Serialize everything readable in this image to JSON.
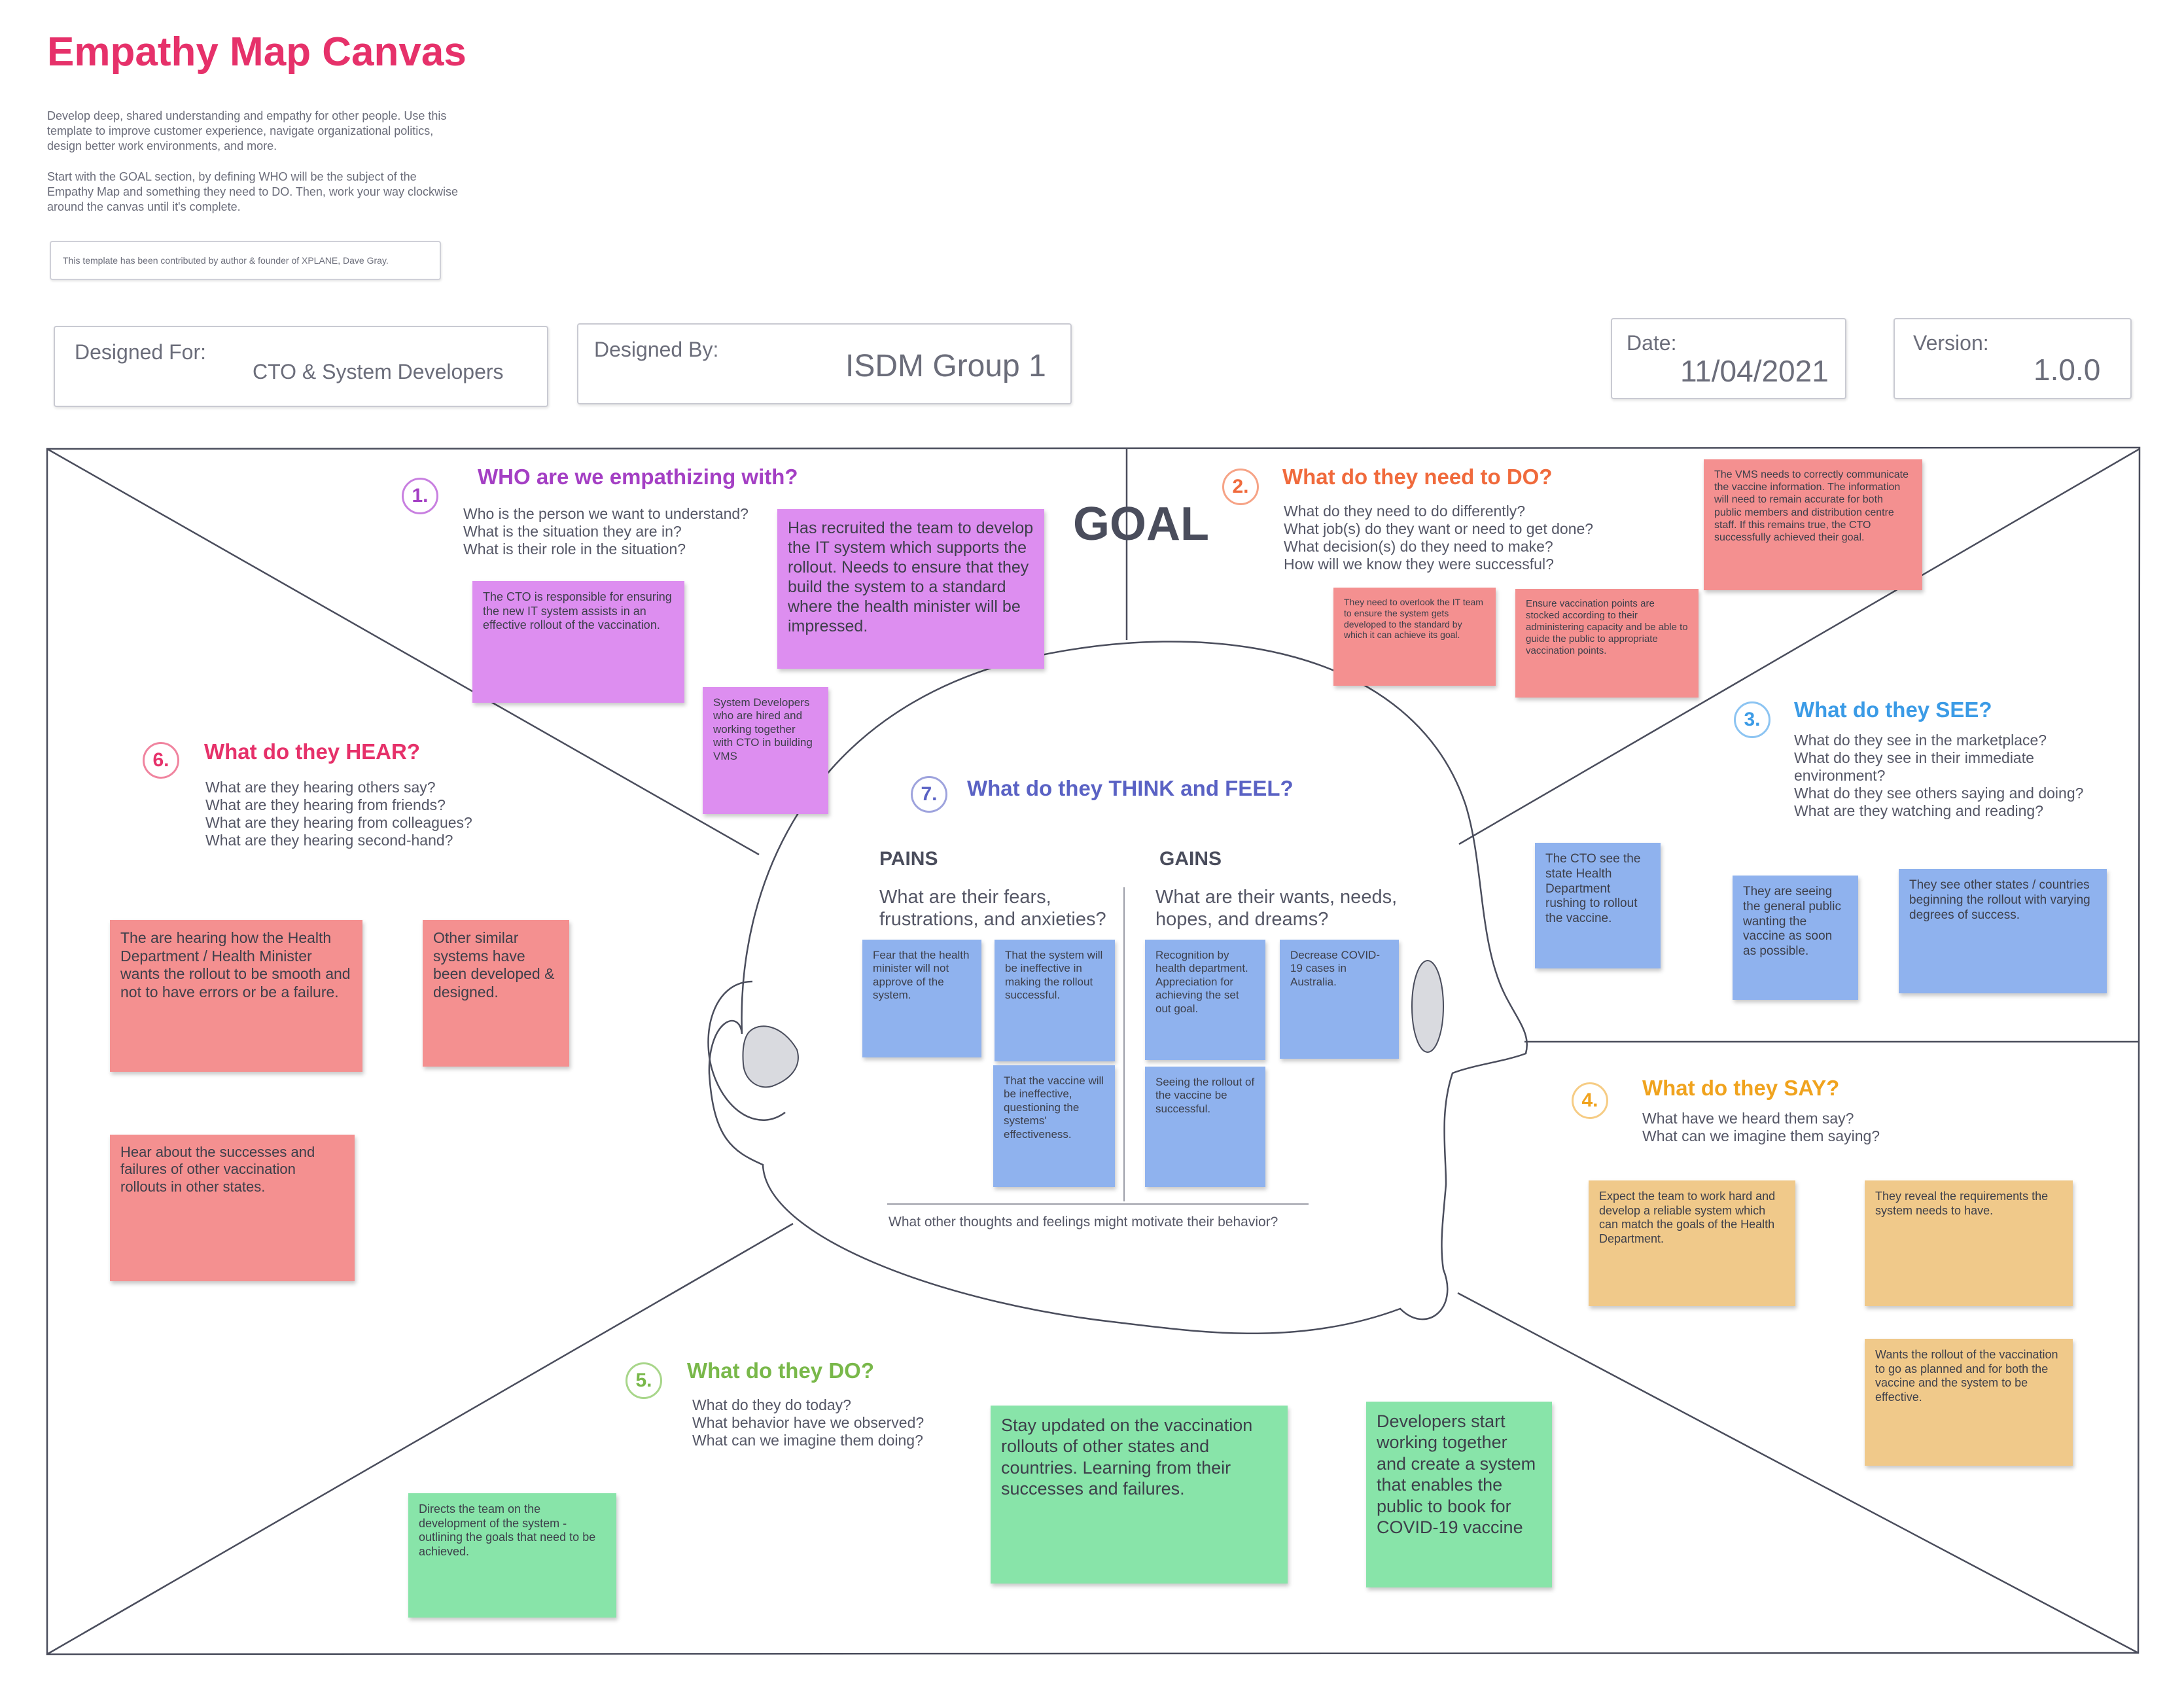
{
  "header": {
    "title": "Empathy Map Canvas",
    "intro_p1": "Develop deep, shared understanding and empathy for other people. Use this template to improve customer experience, navigate organizational politics, design better work environments, and more.",
    "intro_p2": "Start with the GOAL section, by defining WHO will be the subject of the Empathy Map and something they need to DO. Then, work your way clockwise around the canvas until it's complete.",
    "credit": "This template has been contributed by author & founder of XPLANE, Dave Gray."
  },
  "fields": {
    "designed_for": {
      "label": "Designed For:",
      "value": "CTO & System Developers"
    },
    "designed_by": {
      "label": "Designed By:",
      "value": "ISDM Group 1"
    },
    "date": {
      "label": "Date:",
      "value": "11/04/2021"
    },
    "version": {
      "label": "Version:",
      "value": "1.0.0"
    }
  },
  "goal_label": "GOAL",
  "sections": {
    "who": {
      "num": "1.",
      "title": "WHO are we empathizing with?",
      "questions": "Who is the person we want to understand?\nWhat is the situation they are in?\nWhat is their role in the situation?",
      "color": "#a43fc4"
    },
    "do_need": {
      "num": "2.",
      "title": "What do they need to DO?",
      "questions": "What do they need to do differently?\nWhat job(s) do they want or need to get done?\nWhat decision(s) do they need to make?\nHow will we know they were successful?",
      "color": "#f06a3c"
    },
    "see": {
      "num": "3.",
      "title": "What do they SEE?",
      "questions": "What do they see in the marketplace?\nWhat do they see in their immediate environment?\nWhat do they see others saying and doing?\nWhat are they watching and reading?",
      "color": "#3b9be6"
    },
    "say": {
      "num": "4.",
      "title": "What do they SAY?",
      "questions": "What have we heard them say?\nWhat can we imagine them saying?",
      "color": "#f0a31e"
    },
    "do": {
      "num": "5.",
      "title": "What do they DO?",
      "questions": "What do they do today?\nWhat behavior have we observed?\nWhat can we imagine them doing?",
      "color": "#79b84a"
    },
    "hear": {
      "num": "6.",
      "title": "What do they HEAR?",
      "questions": "What are they hearing others say?\nWhat are they hearing from friends?\nWhat are they hearing from colleagues?\nWhat are they hearing second-hand?",
      "color": "#e6316a"
    },
    "think": {
      "num": "7.",
      "title": "What do they THINK and FEEL?",
      "color": "#5a62c4"
    }
  },
  "pains": {
    "heading": "PAINS",
    "question": "What are their fears, frustrations, and anxieties?"
  },
  "gains": {
    "heading": "GAINS",
    "question": "What are their wants, needs, hopes, and dreams?"
  },
  "think_footer": "What other thoughts and feelings might motivate their behavior?",
  "notes": {
    "who_1": "Has recruited the team to develop the IT system which supports the rollout. Needs to ensure that they build the system to a standard where the health minister will be impressed.",
    "who_2": "The CTO is responsible for ensuring the new IT system assists in an effective rollout of the vaccination.",
    "who_3": "System Developers who are hired and working together with CTO in building VMS",
    "need_1": "The VMS needs to correctly communicate the vaccine information. The information will need to remain accurate for both public members and distribution centre staff. If this remains true, the CTO successfully achieved their goal.",
    "need_2": "They need to overlook the IT team to ensure the system gets developed to the standard by which it can achieve its goal.",
    "need_3": "Ensure vaccination points are stocked according to their administering capacity and be able to guide the public to appropriate vaccination points.",
    "see_1": "The CTO see the state Health Department rushing to rollout the vaccine.",
    "see_2": "They are seeing the general public wanting the vaccine as soon as possible.",
    "see_3": "They see other states / countries beginning the rollout with varying degrees of success.",
    "say_1": "Expect the team to work hard and develop a reliable system which can match the goals of the Health Department.",
    "say_2": "They reveal the requirements the system needs to have.",
    "say_3": "Wants the rollout of the vaccination to go as planned and for both the vaccine and the system to be effective.",
    "do_1": "Directs the team on the development of the system - outlining the goals that need to be achieved.",
    "do_2": "Stay updated on the vaccination rollouts of other states and countries. Learning from their successes and failures.",
    "do_3": "Developers start working together and create a system that enables the public to book for COVID-19 vaccine",
    "hear_1": "The are hearing how the Health Department / Health Minister wants the rollout to be smooth and not to have errors or be a failure.",
    "hear_2": "Other similar systems have been developed & designed.",
    "hear_3": "Hear about the successes and failures of other vaccination rollouts in other states.",
    "pain_1": "Fear that the health minister will not approve of the system.",
    "pain_2": "That the system will be ineffective in making the rollout successful.",
    "pain_3": "That the vaccine will be ineffective, questioning the systems' effectiveness.",
    "gain_1": "Recognition by health department. Appreciation for achieving the set out goal.",
    "gain_2": "Decrease COVID-19 cases in Australia.",
    "gain_3": "Seeing the rollout of the vaccine be successful."
  },
  "colors": {
    "title": "#e6316a",
    "purple_note": "#dd8ef0",
    "red_note": "#f49090",
    "blue_note": "#8fb2ee",
    "green_note": "#88e4a9",
    "orange_note": "#f0c98a"
  }
}
